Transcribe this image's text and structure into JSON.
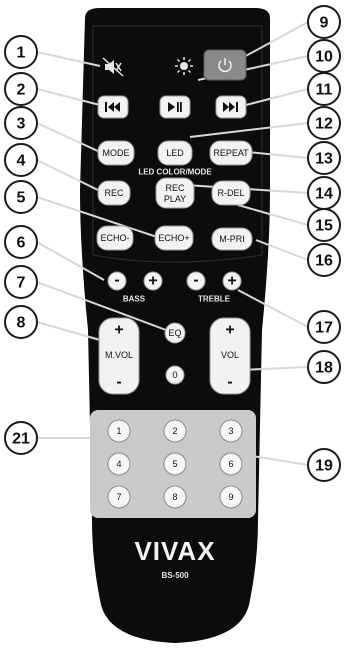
{
  "remote": {
    "brand": "VIVAX",
    "model": "BS-500",
    "led_label": "LED COLOR/MODE",
    "bass_label": "BASS",
    "treble_label": "TREBLE",
    "buttons": {
      "mode": "MODE",
      "led": "LED",
      "repeat": "REPEAT",
      "rec": "REC",
      "rec_play_1": "REC",
      "rec_play_2": "PLAY",
      "rdel": "R-DEL",
      "echo_minus": "ECHO-",
      "echo_plus": "ECHO+",
      "mpri": "M-PRI",
      "eq": "EQ",
      "zero": "0",
      "mvol_label": "M.VOL",
      "vol_label": "VOL",
      "plus": "+",
      "minus": "-",
      "bass_minus": "-",
      "bass_plus": "+",
      "treble_minus": "-",
      "treble_plus": "+"
    },
    "numpad": [
      "1",
      "2",
      "3",
      "4",
      "5",
      "6",
      "7",
      "8",
      "9"
    ]
  },
  "callouts": [
    "1",
    "2",
    "3",
    "4",
    "5",
    "6",
    "7",
    "8",
    "9",
    "10",
    "11",
    "12",
    "13",
    "14",
    "15",
    "16",
    "17",
    "18",
    "19",
    "21"
  ],
  "colors": {
    "body": "#0c0c0c",
    "button_fill": "#f2f2f2",
    "power_fill": "#8a8a8a",
    "numpad_panel": "#c9c9c9"
  }
}
